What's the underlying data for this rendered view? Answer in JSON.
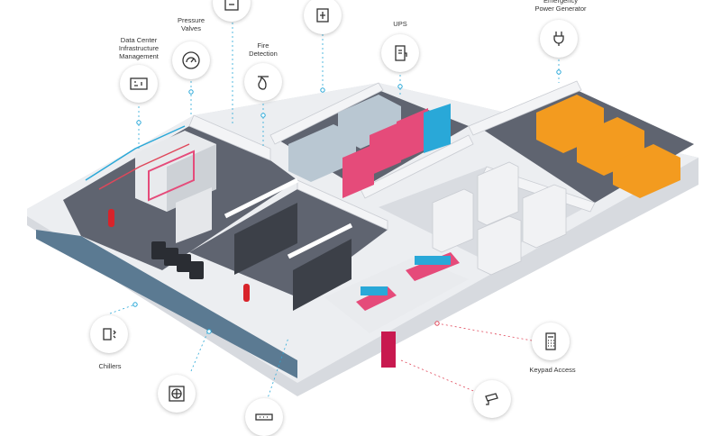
{
  "labels": {
    "dcim": "Data Center\nInfrastructure\nManagement",
    "pressure_valves": "Pressure\nValves",
    "fire_detection": "Fire\nDetection",
    "ups": "UPS",
    "emergency_power": "Emergency\nPower Generator",
    "chillers": "Chillers",
    "keypad_access": "Keypad Access"
  },
  "icons": {
    "dcim": "monitor-icon",
    "pressure_valves": "gauge-icon",
    "thermostat": "thermostat-icon",
    "fire_detection": "fire-icon",
    "transformer": "transformer-icon",
    "ups": "battery-icon",
    "emergency_power": "plug-icon",
    "chillers": "chiller-icon",
    "fan": "fan-icon",
    "sensor_strip": "sensor-strip-icon",
    "camera": "camera-icon",
    "keypad": "keypad-icon"
  },
  "colors": {
    "accent": "#29a8d8",
    "alert_line": "#e0475a",
    "rack_door": "#e54b7a",
    "generator": "#f39b1f",
    "floor": "#5f6470",
    "wall": "#eceef1"
  }
}
